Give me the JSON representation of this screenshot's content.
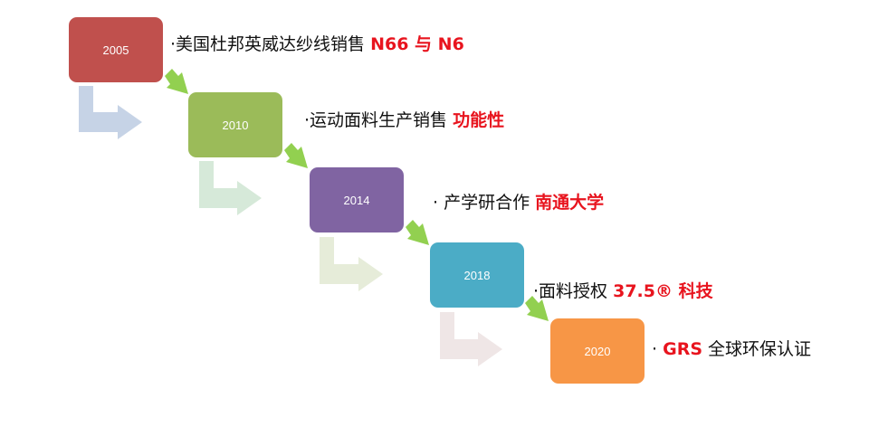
{
  "milestones": [
    {
      "year": "2005",
      "color": "#c0504d",
      "prefix": "·美国杜邦英威达纱线销售 ",
      "highlight": "N66 与 N6",
      "suffix": ""
    },
    {
      "year": "2010",
      "color": "#9bbb59",
      "prefix": "·运动面料生产销售 ",
      "highlight": "功能性",
      "suffix": ""
    },
    {
      "year": "2014",
      "color": "#8064a2",
      "prefix": "· 产学研合作 ",
      "highlight": "南通大学",
      "suffix": ""
    },
    {
      "year": "2018",
      "color": "#4bacc6",
      "prefix": "·面料授权 ",
      "highlight": "37.5® 科技",
      "suffix": ""
    },
    {
      "year": "2020",
      "color": "#f79646",
      "prefix": "· ",
      "highlight": "GRS",
      "suffix": " 全球环保认证"
    }
  ],
  "colors": {
    "step_arrow": "#92d050",
    "highlight_text": "#e8141e",
    "bent_arrows": [
      "#c6d3e6",
      "#d6e9d9",
      "#e6ecd9",
      "#efe6e6"
    ]
  }
}
